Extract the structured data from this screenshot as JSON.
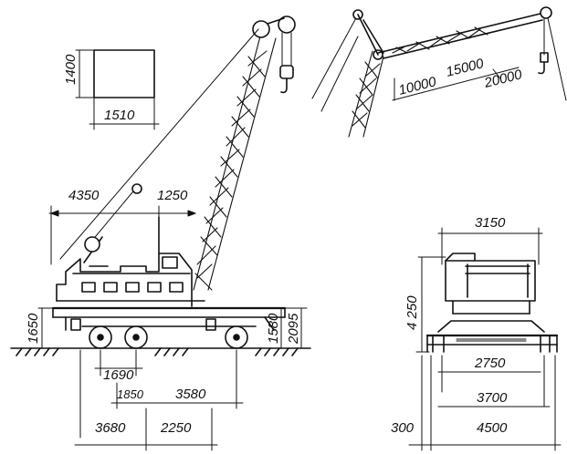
{
  "colors": {
    "ink": "#111111",
    "paper": "#ffffff"
  },
  "labels": {
    "d1400": "1400",
    "d1510": "1510",
    "d4350": "4350",
    "d1250": "1250",
    "d1650": "1650",
    "d1580": "1580",
    "d2095": "2095",
    "d1690": "1690",
    "d1850": "1850",
    "d3580": "3580",
    "d3680": "3680",
    "d2250": "2250",
    "d10000": "10000",
    "d15000": "15000",
    "d20000": "20000",
    "d3150": "3150",
    "d4250": "4 250",
    "d2750": "2750",
    "d3700": "3700",
    "d300": "300",
    "d4500": "4500"
  }
}
